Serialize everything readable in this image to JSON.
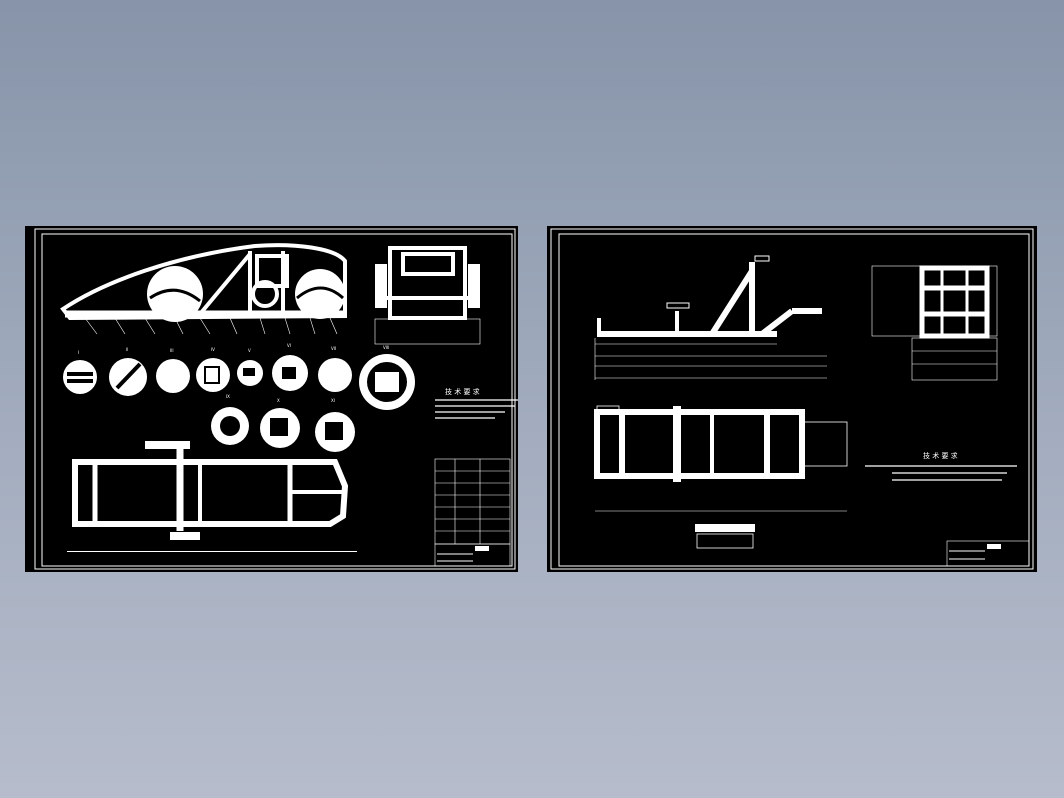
{
  "sheets": [
    {
      "id": "left",
      "section_labels": [
        "I",
        "II",
        "III",
        "IV",
        "V",
        "VI",
        "VII",
        "VIII",
        "IX",
        "X",
        "XI"
      ],
      "notes_heading": "技 术 要 求"
    },
    {
      "id": "right",
      "notes_heading": "技 术 要 求"
    }
  ],
  "colors": {
    "background_top": "#8794a9",
    "background_bottom": "#b6bccb",
    "sheet": "#000000",
    "lines": "#ffffff"
  }
}
